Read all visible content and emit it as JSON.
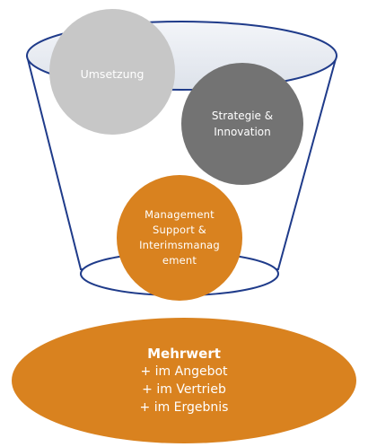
{
  "colors": {
    "bucket_outline": "#1f3b8a",
    "bucket_fill": "#ffffff",
    "light_gray": "#c7c7c7",
    "dark_gray": "#737373",
    "orange": "#d9821f",
    "text": "#ffffff"
  },
  "circles": {
    "umsetzung": {
      "line1": "Umsetzung"
    },
    "strategie": {
      "line1": "Strategie &",
      "line2": "Innovation"
    },
    "management": {
      "line1": "Management",
      "line2": "Support &",
      "line3": "Interimsmanag",
      "line4": "ement"
    }
  },
  "mehrwert": {
    "title": "Mehrwert",
    "items": [
      "+ im Angebot",
      "+ im Vertrieb",
      "+ im Ergebnis"
    ]
  }
}
